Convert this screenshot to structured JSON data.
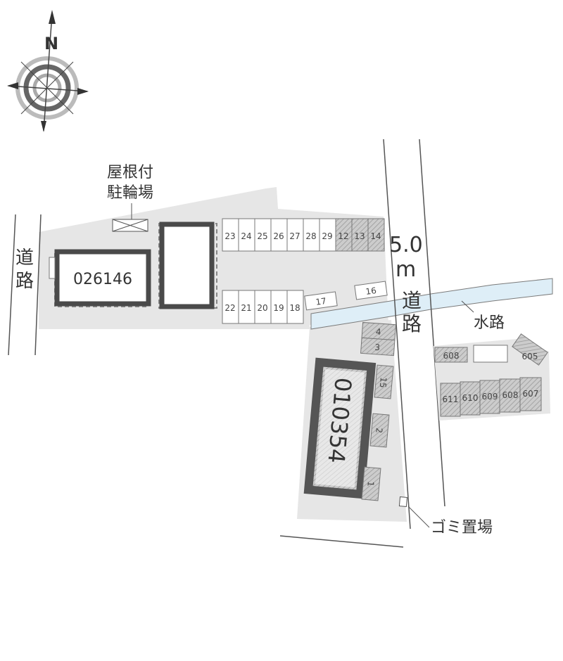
{
  "compass": {
    "north_label": "N",
    "icon": "compass-rose-icon"
  },
  "labels": {
    "bike_parking": [
      "屋根付",
      "駐輪場"
    ],
    "road_left": [
      "道",
      "路"
    ],
    "road_right_width": [
      "5.0",
      "m"
    ],
    "road_right": [
      "道",
      "路"
    ],
    "waterway": "水路",
    "garbage": "ゴミ置場"
  },
  "buildings": {
    "west": "026146",
    "south": "010354"
  },
  "parking": {
    "top_row": [
      "23",
      "24",
      "25",
      "26",
      "27",
      "28",
      "29",
      "12",
      "13",
      "14"
    ],
    "bottom_row": [
      "22",
      "21",
      "20",
      "19",
      "18"
    ],
    "angled": [
      "17",
      "16"
    ],
    "stack": [
      "4",
      "3"
    ],
    "right_col": [
      "15",
      "2",
      "1"
    ],
    "east_top": [
      "608",
      "",
      "605"
    ],
    "east_bottom": [
      "611",
      "610",
      "609",
      "608",
      "607"
    ]
  },
  "colors": {
    "ground": "#e6e6e6",
    "water": "#deeef7",
    "wall": "#4a4a4a"
  }
}
